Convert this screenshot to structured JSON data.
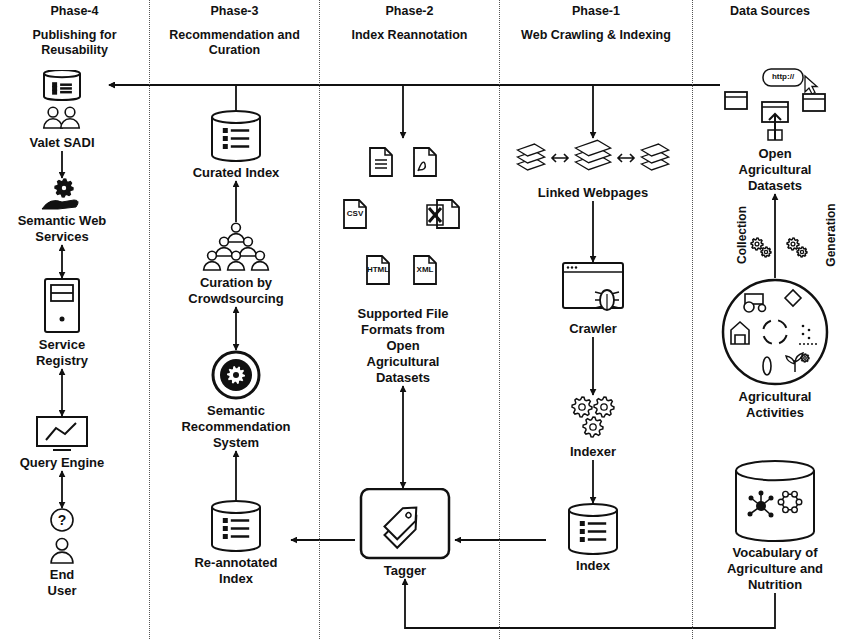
{
  "diagram": {
    "nodes": [
      {
        "text": [
          "Phase-4",
          "Publishing for Reusability"
        ]
      },
      {
        "text": [
          "Valet SADI"
        ],
        "in": 0
      },
      {
        "text": [
          "Semantic Web Services"
        ],
        "in": 0
      },
      {
        "text": [
          "Service Registry"
        ],
        "in": 0
      },
      {
        "text": [
          "Query Engine"
        ],
        "in": 0
      },
      {
        "text": [
          "End User"
        ],
        "in": 0
      },
      {
        "text": [
          "Phase-3",
          "Recommendation and Curation"
        ]
      },
      {
        "text": [
          "Curated Index"
        ],
        "in": 6
      },
      {
        "text": [
          "Curation by Crowdsourcing"
        ],
        "in": 6
      },
      {
        "text": [
          "Semantic Recommendation System"
        ],
        "in": 6
      },
      {
        "text": [
          "Re-annotated Index"
        ],
        "in": 6
      },
      {
        "text": [
          "Phase-2",
          "Index Reannotation"
        ]
      },
      {
        "text": [
          "Supported File Formats from Open Agricultural Datasets"
        ],
        "in": 11
      },
      {
        "text": [
          "Tagger"
        ],
        "in": 11
      },
      {
        "text": [
          "Phase-1",
          "Web Crawling & Indexing"
        ]
      },
      {
        "text": [
          "Linked Webpages"
        ],
        "in": 14
      },
      {
        "text": [
          "Crawler"
        ],
        "in": 14
      },
      {
        "text": [
          "Indexer"
        ],
        "in": 14
      },
      {
        "text": [
          "Index"
        ],
        "in": 14
      },
      {
        "text": [
          "Data Sources"
        ]
      },
      {
        "text": [
          "Open Agricultural Datasets"
        ],
        "in": 19
      },
      {
        "text": [
          "Agricultural Activities"
        ],
        "in": 19
      },
      {
        "text": [
          "Vocabulary of Agriculture and Nutrition"
        ],
        "in": 19
      }
    ],
    "edges": [
      {
        "from": 20,
        "to": 1,
        "arrow": "to"
      },
      {
        "from": 20,
        "to": 12,
        "arrow": "to"
      },
      {
        "from": 20,
        "to": 15,
        "arrow": "to"
      },
      {
        "from": 21,
        "to": 20,
        "arrow": "to"
      },
      {
        "from": 15,
        "to": 16,
        "arrow": "to"
      },
      {
        "from": 16,
        "to": 17,
        "arrow": "to"
      },
      {
        "from": 17,
        "to": 18,
        "arrow": "to"
      },
      {
        "from": 18,
        "to": 13,
        "arrow": "to"
      },
      {
        "from": 22,
        "to": 13,
        "arrow": "to"
      },
      {
        "from": 12,
        "to": 13,
        "arrow": "both"
      },
      {
        "from": 13,
        "to": 10,
        "arrow": "to"
      },
      {
        "from": 10,
        "to": 9,
        "arrow": "to"
      },
      {
        "from": 9,
        "to": 8,
        "arrow": "both"
      },
      {
        "from": 8,
        "to": 7,
        "arrow": "to"
      },
      {
        "from": 7,
        "to": 1,
        "arrow": "to"
      },
      {
        "from": 1,
        "to": 2,
        "arrow": "to"
      },
      {
        "from": 2,
        "to": 3,
        "arrow": "both"
      },
      {
        "from": 3,
        "to": 4,
        "arrow": "both"
      },
      {
        "from": 4,
        "to": 5,
        "arrow": "both"
      }
    ],
    "labels": [
      "http://",
      "Collection",
      "Generation",
      "CSV",
      "HTML",
      "XML",
      "?"
    ]
  }
}
